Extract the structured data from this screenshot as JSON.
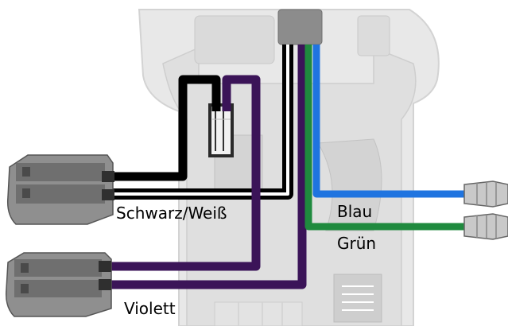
{
  "labels": {
    "schwarz_weiss": "Schwarz/Weiß",
    "blau": "Blau",
    "gruen": "Grün",
    "violett": "Violett"
  },
  "wire_colors": {
    "black": "#000000",
    "white": "#ffffff",
    "violet": "#3b1458",
    "blue": "#1f74e0",
    "green": "#1f8a3e"
  },
  "housing_colors": {
    "body": "#e3e3e3",
    "inner": "#d2d2d2",
    "cable_jacket": "#8c8c8c"
  }
}
